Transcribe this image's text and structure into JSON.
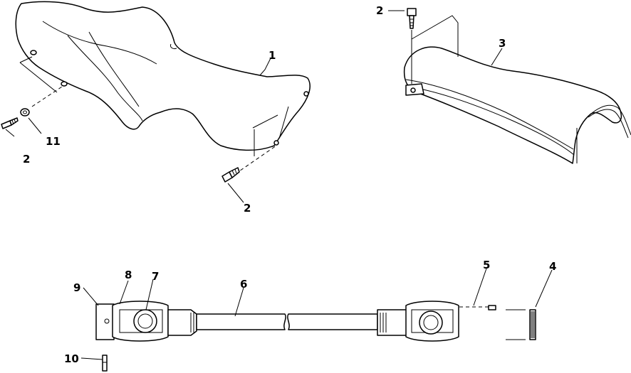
{
  "callouts": {
    "c1": "1",
    "c2_left": "2",
    "c11": "11",
    "c2_bottom": "2",
    "c2_top": "2",
    "c3": "3",
    "c9": "9",
    "c8": "8",
    "c7": "7",
    "c6": "6",
    "c5": "5",
    "c4": "4",
    "c10": "10"
  }
}
